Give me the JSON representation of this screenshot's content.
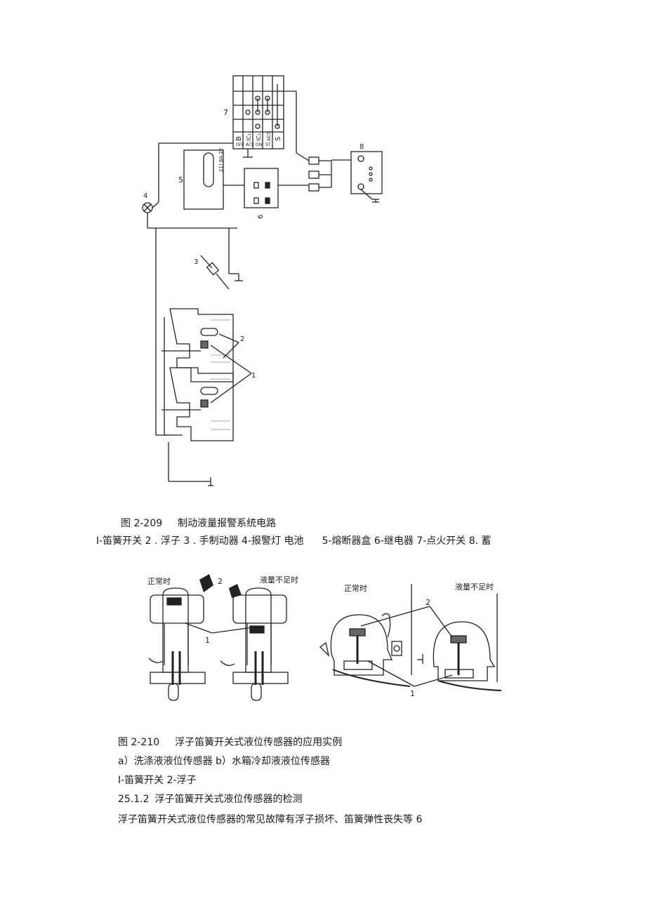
{
  "figure_209": {
    "circuit_labels": {
      "n1": "1",
      "n2": "2",
      "n3": "3",
      "n4": "4",
      "n5": "5",
      "n6": "6",
      "n7": "7",
      "n8": "8",
      "fuse_text": "21) 8A 22"
    },
    "switch_headers": [
      "B",
      "IC₁",
      "IC₂",
      "ACC",
      "S"
    ],
    "switch_rows": [
      "OFF",
      "ACC",
      "ON",
      "ST"
    ],
    "caption_number": "图 2-209",
    "caption_title": "制动液量报警系统电路",
    "legend_a": "I-笛簧开关 2 . 浮子 3 . 手制动器 4-报警灯  电池",
    "legend_b": "5-熔断器盒 6-继电器 7-点火开关 8. 蓄"
  },
  "figure_210": {
    "left_normal": "正常时",
    "left_num": "2",
    "left_low": "液量不足时",
    "left_num1": "1",
    "right_normal": "正常时",
    "right_low": "液量不足时",
    "right_num2": "2",
    "right_num1": "1",
    "caption_number": "图 2-210",
    "caption_title": "浮子笛簧开关式液位传感器的应用实例",
    "subcaption": "a）洗涤液液位传感器 b）水箱冷却液液位传感器",
    "legend": "I-笛簧开关 2-浮子"
  },
  "section": {
    "number": "25.1.2",
    "title": "浮子笛簧开关式液位传感器的检测"
  },
  "body_text": "浮子笛簧开关式液位传感器的常见故障有浮子损坏、笛簧弹性丧失等 6"
}
